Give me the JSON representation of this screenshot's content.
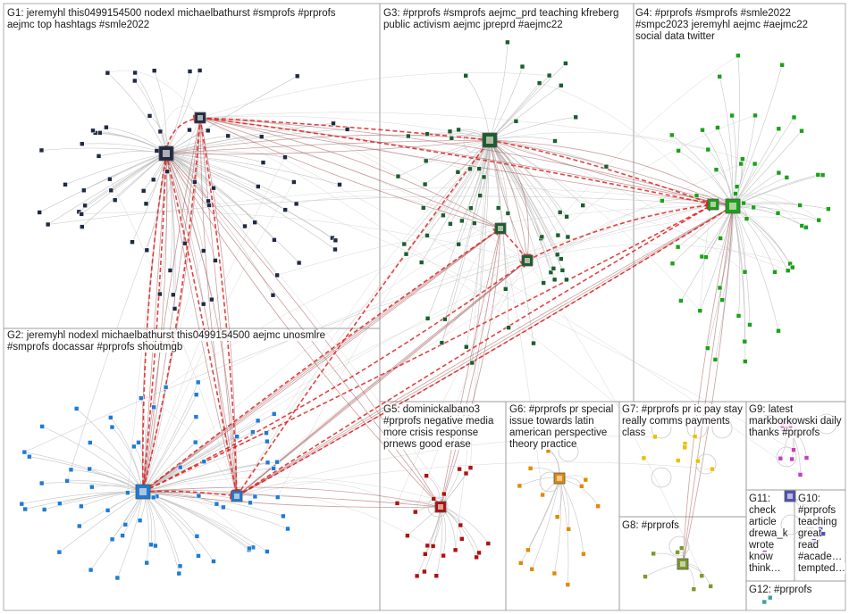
{
  "groups": [
    {
      "id": "G1",
      "text": "G1: jeremyhl this0499154500 nodexl michaelbathurst #smprofs #prprofs\naejmc top hashtags #smle2022",
      "color": "#1f2a44"
    },
    {
      "id": "G2",
      "text": "G2: jeremyhl nodexl michaelbathurst this0499154500 aejmc unosmlre\n#smprofs docassar #prprofs shoutmgb",
      "color": "#1e7bd6"
    },
    {
      "id": "G3",
      "text": "G3: #prprofs #smprofs aejmc_prd teaching kfreberg\npublic activism aejmc jpreprd #aejmc22",
      "color": "#1b5e2f"
    },
    {
      "id": "G4",
      "text": "G4: #prprofs #smprofs #smle2022\n#smpc2023 jeremyhl aejmc #aejmc22\nsocial data twitter",
      "color": "#1aa11a"
    },
    {
      "id": "G5",
      "text": "G5: dominickalbano3\n#prprofs negative media\nmore crisis response\nprnews good erase",
      "color": "#b01010"
    },
    {
      "id": "G6",
      "text": "G6: #prprofs pr special\nissue towards latin\namerican perspective\ntheory practice",
      "color": "#e08a00"
    },
    {
      "id": "G7",
      "text": "G7: #prprofs pr ic pay stay\nreally comms payments\nclass",
      "color": "#e6c200"
    },
    {
      "id": "G8",
      "text": "G8: #prprofs",
      "color": "#7a9a2a"
    },
    {
      "id": "G9",
      "text": "G9: latest\nmarkborkowski daily\nthanks #prprofs",
      "color": "#c040c0"
    },
    {
      "id": "G10",
      "text": "G10:\n#prprofs\nteaching\ngreat\nread\n#acade…\ntempted…",
      "color": "#5050c0"
    },
    {
      "id": "G11",
      "text": "G11:\ncheck\narticle\ndrewa_k\nwrote\nknow\nthink…",
      "color": "#7a40a0"
    },
    {
      "id": "G12",
      "text": "G12: #prprofs",
      "color": "#40a0a0"
    }
  ],
  "edge_color_light": "#b8b8b8",
  "edge_color_strong": "#e02020",
  "edge_color_mid": "#a05050"
}
